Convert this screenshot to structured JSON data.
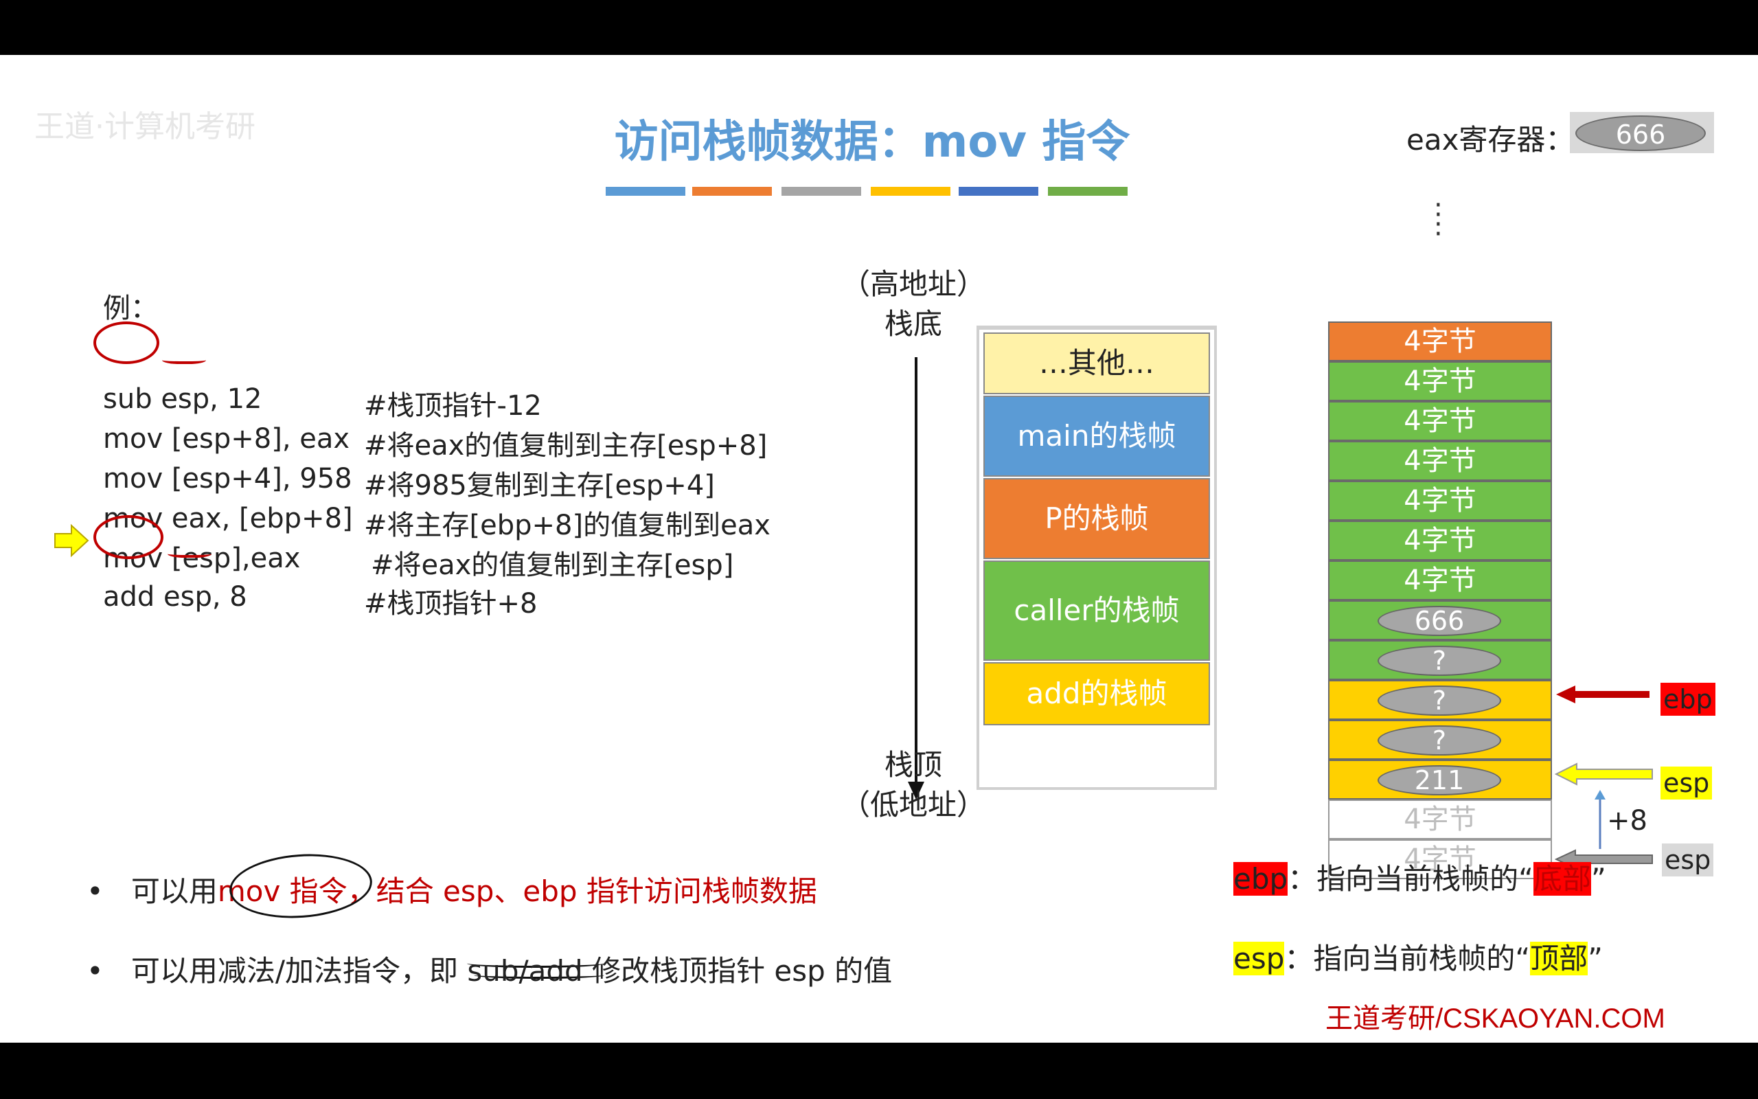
{
  "title": "访问栈帧数据：mov 指令",
  "title_bar_colors": [
    "#5b9bd5",
    "#ed7d31",
    "#a5a5a5",
    "#ffc000",
    "#4472c4",
    "#70ad47"
  ],
  "eax": {
    "label": "eax寄存器：",
    "value": "666"
  },
  "watermark": "王道·计算机考研",
  "code": {
    "label": "例：",
    "lines": [
      {
        "op": "sub",
        "args": "esp, 12",
        "comment": "#栈顶指针-12"
      },
      {
        "op": "mov",
        "args": "[esp+8], eax",
        "comment": "#将eax的值复制到主存[esp+8]"
      },
      {
        "op": "mov",
        "args": "[esp+4], 958",
        "comment": "#将985复制到主存[esp+4]"
      },
      {
        "op": "mov",
        "args": "eax, [ebp+8]",
        "comment": "#将主存[ebp+8]的值复制到eax"
      },
      {
        "op": "mov",
        "args": "[esp],eax",
        "comment": "#将eax的值复制到主存[esp]"
      },
      {
        "op": "add",
        "args": "esp, 8",
        "comment": "#栈顶指针+8"
      }
    ]
  },
  "stack_axis": {
    "high": "（高地址）",
    "bottom": "栈底",
    "top": "栈顶",
    "low": "（低地址）"
  },
  "frames": [
    {
      "label": "…其他…",
      "color": "#fff2a8",
      "text_color": "#222"
    },
    {
      "label": "main的栈帧",
      "color": "#5b9bd5",
      "text_color": "#ffffff"
    },
    {
      "label": "P的栈帧",
      "color": "#ed7d31",
      "text_color": "#ffffff"
    },
    {
      "label": "caller的栈帧",
      "color": "#70c04a",
      "text_color": "#ffffff"
    },
    {
      "label": "add的栈帧",
      "color": "#ffd000",
      "text_color": "#ffffff"
    }
  ],
  "memory_cells": [
    {
      "label": "4字节",
      "value": "",
      "color": "#ed7d31"
    },
    {
      "label": "4字节",
      "value": "",
      "color": "#70c04a"
    },
    {
      "label": "4字节",
      "value": "",
      "color": "#70c04a"
    },
    {
      "label": "4字节",
      "value": "",
      "color": "#70c04a"
    },
    {
      "label": "4字节",
      "value": "",
      "color": "#70c04a"
    },
    {
      "label": "4字节",
      "value": "",
      "color": "#70c04a"
    },
    {
      "label": "4字节",
      "value": "",
      "color": "#70c04a"
    },
    {
      "label": "",
      "value": "666",
      "color": "#70c04a"
    },
    {
      "label": "",
      "value": "?",
      "color": "#70c04a"
    },
    {
      "label": "",
      "value": "?",
      "color": "#ffd000"
    },
    {
      "label": "",
      "value": "?",
      "color": "#ffd000"
    },
    {
      "label": "",
      "value": "211",
      "color": "#ffd000"
    },
    {
      "label": "4字节",
      "value": "",
      "color": "#ffffff"
    },
    {
      "label": "4字节",
      "value": "",
      "color": "#ffffff"
    }
  ],
  "pointers": {
    "ebp": "ebp",
    "esp_new": "esp",
    "esp_old": "esp",
    "delta": "+8"
  },
  "bullets": {
    "b1_pre": "可以用",
    "b1_red1": "mov 指令",
    "b1_red2": "，结合 esp、ebp 指针访问栈帧数据",
    "b2": "可以用减法/加法指令，即 sub/add 修改栈顶指针 esp 的值"
  },
  "legend": {
    "ebp_tag": "ebp",
    "ebp_text": "：指向当前栈帧的“",
    "ebp_hl": "底部",
    "esp_tag": "esp",
    "esp_text": "：指向当前栈帧的“",
    "esp_hl": "顶部",
    "close_quote": "”"
  },
  "brand": "王道考研/CSKAOYAN.COM"
}
